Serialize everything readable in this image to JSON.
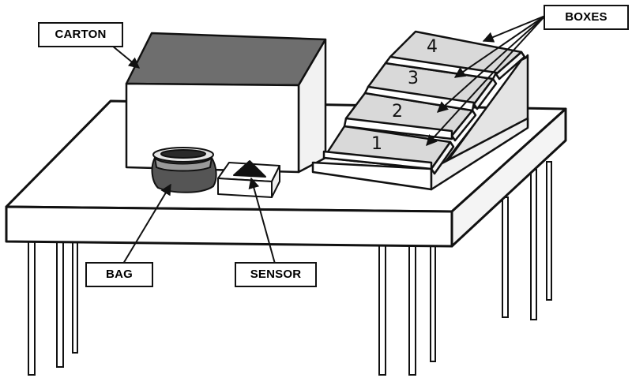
{
  "labels": {
    "carton": "CARTON",
    "boxes": "BOXES",
    "bag": "BAG",
    "sensor": "SENSOR"
  },
  "box_numbers": [
    "1",
    "2",
    "3",
    "4"
  ],
  "colors": {
    "outline": "#111111",
    "table_top": "#ffffff",
    "carton_inside": "#6e6e6e",
    "carton_wall": "#f2f2f2",
    "tray_fill": "#d9d9d9",
    "tray_side": "#e8e8e8",
    "bag": "#555555",
    "sensor_mark": "#111111"
  }
}
